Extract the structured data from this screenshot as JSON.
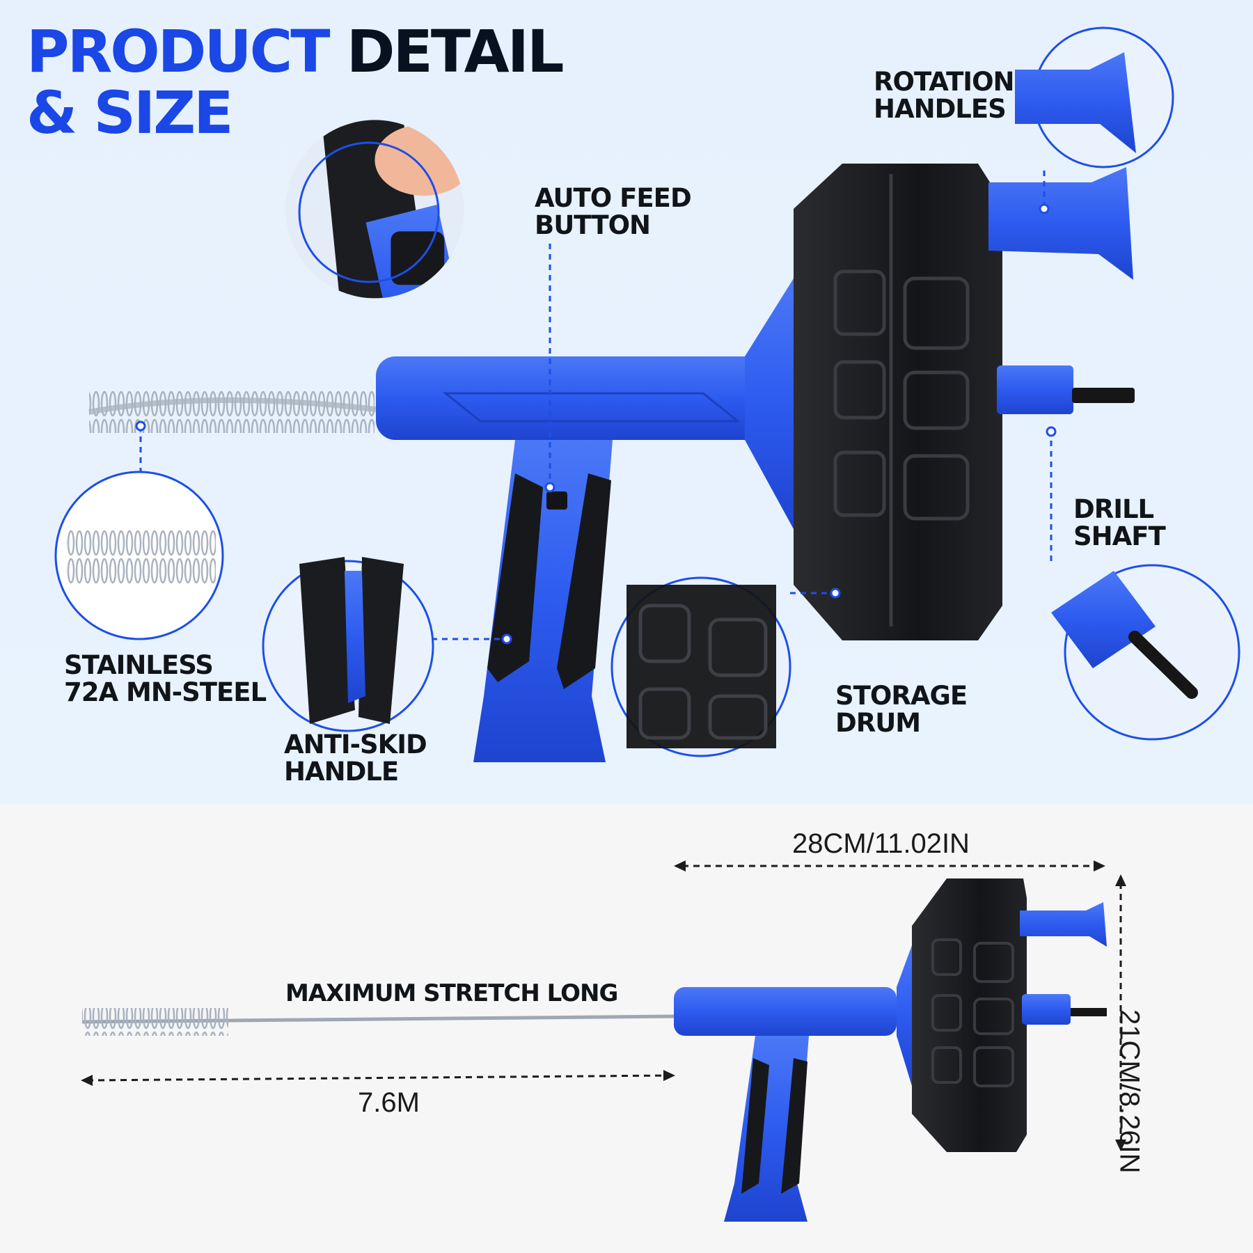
{
  "title": {
    "line1_blue": "PRODUCT",
    "line1_dark": "DETAIL",
    "line2": "& SIZE"
  },
  "labels": {
    "rotation_handles": [
      "ROTATION",
      "HANDLES"
    ],
    "auto_feed_button": [
      "AUTO FEED",
      "BUTTON"
    ],
    "drill_shaft": [
      "DRILL",
      "SHAFT"
    ],
    "stainless_steel": [
      "STAINLESS",
      "72A MN-STEEL"
    ],
    "anti_skid_handle": [
      "ANTI-SKID",
      "HANDLE"
    ],
    "storage_drum": [
      "STORAGE",
      "DRUM"
    ]
  },
  "size": {
    "width": "28CM/11.02IN",
    "height": "21CM/8.26IN",
    "cable_length": "7.6M",
    "stretch_caption": "MAXIMUM STRETCH LONG"
  },
  "colors": {
    "brand_blue": "#1a47e6",
    "body_blue": "#2f5ef0",
    "drum_black": "#151517",
    "text_dark": "#111418"
  }
}
